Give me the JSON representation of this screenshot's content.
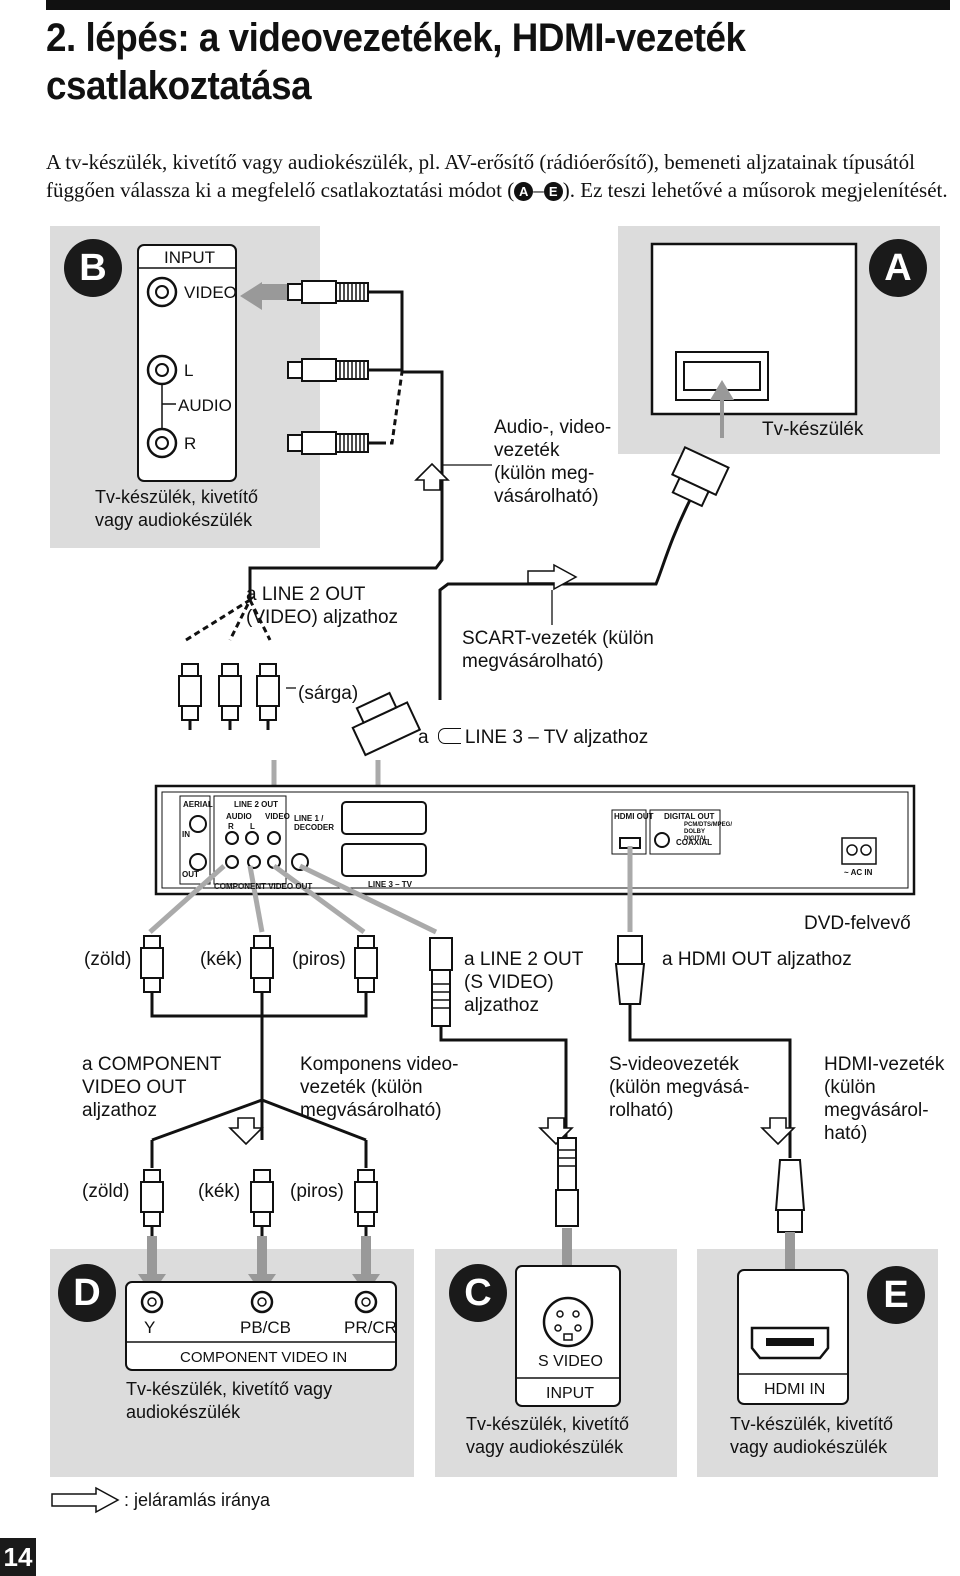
{
  "title": "2. lépés: a videovezetékek, HDMI-vezeték csatlakoztatása",
  "intro": {
    "part1": "A tv-készülék, kivetítő vagy audiokészülék, pl. AV-erősítő (rádióerősítő), bemeneti aljzatainak típusától függően válassza ki a megfelelő csatlakoztatási módot (",
    "from": "A",
    "dash": "–",
    "to": "E",
    "part2": "). Ez teszi lehetővé a műsorok megjelenítését."
  },
  "panel_b": {
    "badge": "B",
    "input": "INPUT",
    "video": "VIDEO",
    "l": "L",
    "audio": "AUDIO",
    "r": "R",
    "caption1": "Tv-készülék, kivetítő",
    "caption2": "vagy audiokészülék"
  },
  "panel_a": {
    "badge": "A",
    "caption": "Tv-készülék"
  },
  "av_cable": {
    "l1": "Audio-, video-",
    "l2": "vezeték",
    "l3": "(külön meg-",
    "l4": "vásárolható)"
  },
  "line2_out": {
    "l1": "a LINE 2 OUT",
    "l2": "(VIDEO) aljzathoz"
  },
  "yellow": "(sárga)",
  "scart_cable": {
    "l1": "SCART-vezeték (külön",
    "l2": "megvásárolható)"
  },
  "line3": {
    "prefix": "a",
    "text": "LINE 3 – TV aljzathoz"
  },
  "recorder": {
    "name": "DVD-felvevő",
    "aerial": "AERIAL",
    "in": "IN",
    "out": "OUT",
    "line2out": "LINE 2 OUT",
    "audio": "AUDIO",
    "video": "VIDEO",
    "r": "R",
    "l": "L",
    "line1": "LINE 1 / DECODER",
    "component": "COMPONENT VIDEO OUT",
    "line3tv": "LINE 3 – TV",
    "hdmi_out": "HDMI OUT",
    "digital_out": "DIGITAL OUT",
    "pcm": "PCM/DTS/MPEG/ DOLBY DIGITAL",
    "coaxial": "COAXIAL",
    "ac_in": "~ AC IN"
  },
  "colors": {
    "green": "(zöld)",
    "blue": "(kék)",
    "red": "(piros)"
  },
  "svideo_out": {
    "l1": "a LINE 2 OUT",
    "l2": "(S VIDEO)",
    "l3": "aljzathoz"
  },
  "hdmi_out_label": "a HDMI OUT aljzathoz",
  "component_out": {
    "l1": "a COMPONENT",
    "l2": "VIDEO OUT",
    "l3": "aljzathoz"
  },
  "component_cable": {
    "l1": "Komponens video-",
    "l2": "vezeték (külön",
    "l3": "megvásárolható)"
  },
  "svideo_cable": {
    "l1": "S-videovezeték",
    "l2": "(külön megvásá-",
    "l3": "rolható)"
  },
  "hdmi_cable": {
    "l1": "HDMI-vezeték",
    "l2": "(külön",
    "l3": "megvásárol-",
    "l4": "ható)"
  },
  "panel_d": {
    "badge": "D",
    "y": "Y",
    "pb": "PB/CB",
    "pr": "PR/CR",
    "component_in": "COMPONENT VIDEO IN",
    "caption1": "Tv-készülék, kivetítő vagy",
    "caption2": "audiokészülék"
  },
  "panel_c": {
    "badge": "C",
    "svideo": "S VIDEO",
    "input": "INPUT",
    "caption1": "Tv-készülék, kivetítő",
    "caption2": "vagy audiokészülék"
  },
  "panel_e": {
    "badge": "E",
    "hdmi_in": "HDMI IN",
    "caption1": "Tv-készülék, kivetítő",
    "caption2": "vagy audiokészülék"
  },
  "legend": ": jeláramlás iránya",
  "page_number": "14"
}
